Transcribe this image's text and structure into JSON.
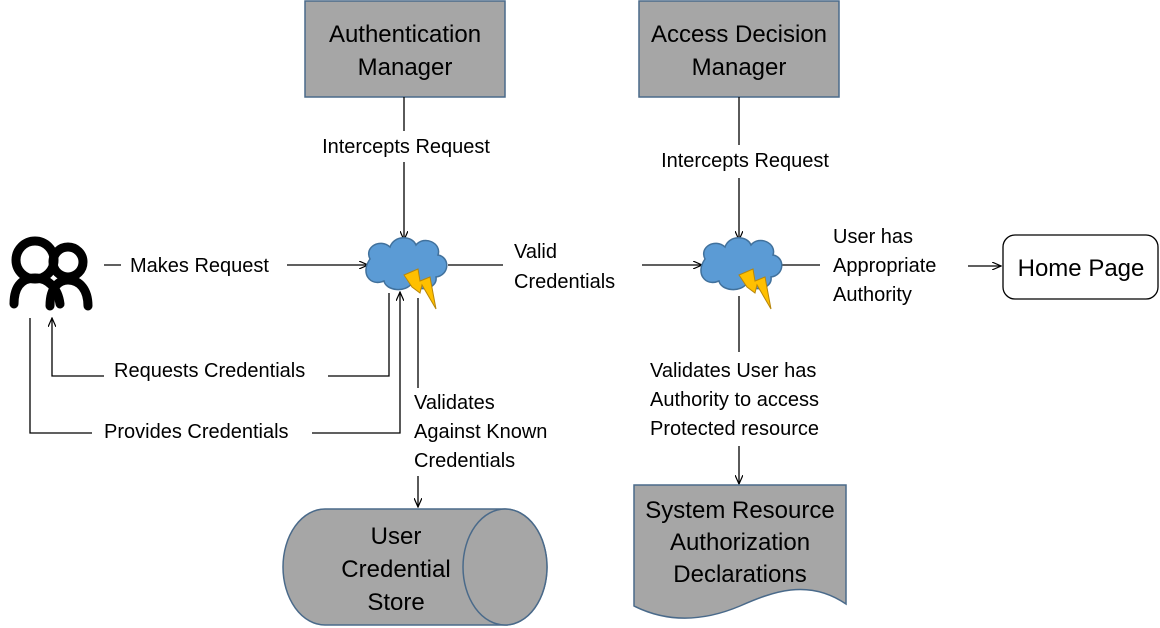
{
  "colors": {
    "box_fill": "#a6a6a6",
    "box_stroke": "#4a6a8a",
    "cloud_fill": "#5b9bd5",
    "cloud_stroke": "#41719c",
    "bolt_fill": "#ffc000",
    "bolt_stroke": "#b8860b"
  },
  "icons": {
    "user": "user-group-icon",
    "filter": "cloud-with-lightning-icon"
  },
  "nodes": {
    "authentication_manager": {
      "line1": "Authentication",
      "line2": "Manager"
    },
    "access_decision_manager": {
      "line1": "Access Decision",
      "line2": "Manager"
    },
    "home_page": {
      "label": "Home Page"
    },
    "user_credential_store": {
      "line1": "User",
      "line2": "Credential",
      "line3": "Store"
    },
    "system_resource_declarations": {
      "line1": "System Resource",
      "line2": "Authorization",
      "line3": "Declarations"
    }
  },
  "edges": {
    "makes_request": "Makes Request",
    "intercepts_request_auth": "Intercepts Request",
    "intercepts_request_access": "Intercepts Request",
    "requests_credentials": "Requests Credentials",
    "provides_credentials": "Provides Credentials",
    "valid_credentials": {
      "line1": "Valid",
      "line2": "Credentials"
    },
    "validates_known": {
      "line1": "Validates",
      "line2": "Against Known",
      "line3": "Credentials"
    },
    "appropriate_authority": {
      "line1": "User has",
      "line2": "Appropriate",
      "line3": "Authority"
    },
    "validates_authority": {
      "line1": "Validates User has",
      "line2": "Authority to access",
      "line3": "Protected resource"
    }
  }
}
